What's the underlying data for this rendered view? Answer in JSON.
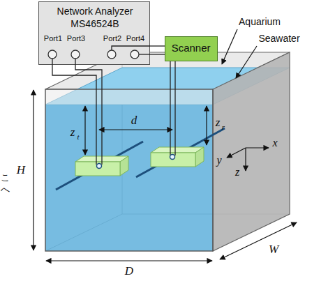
{
  "diagram": {
    "nodes": [
      {
        "text": [
          "Network Analyzer",
          "MS46524B",
          "Port1",
          "Port3",
          "Port2",
          "Port4"
        ]
      },
      {
        "text": [
          "Scanner"
        ]
      }
    ],
    "edges": [
      {
        "from": 0,
        "to": 1,
        "arrow": "none"
      },
      {
        "from": 0,
        "to": 1,
        "arrow": "none"
      }
    ],
    "labels": [
      "Aquarium",
      "Seawater",
      "d",
      "z",
      "t",
      "z",
      "r",
      "H",
      "D",
      "W",
      "y",
      "x",
      "z",
      "こ",
      "へ"
    ]
  }
}
